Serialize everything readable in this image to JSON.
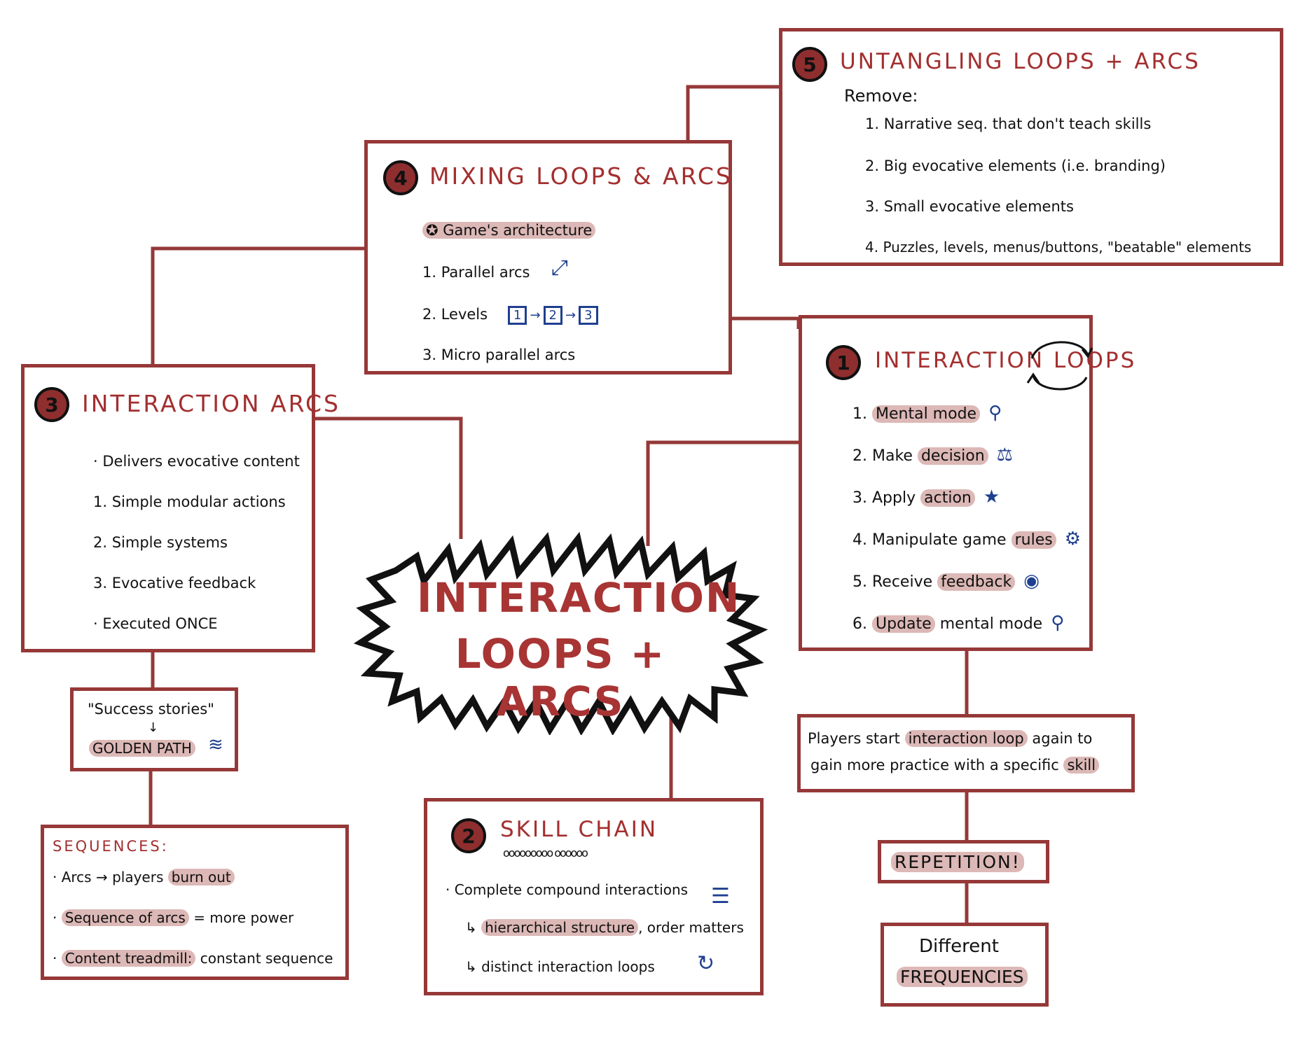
{
  "center": {
    "line1": "INTERACTION",
    "line2": "LOOPS + ARCS"
  },
  "box5": {
    "number": "5",
    "title": "UNTANGLING LOOPS + ARCS",
    "remove_label": "Remove:",
    "items": [
      "1. Narrative seq. that don't teach skills",
      "2. Big evocative elements (i.e. branding)",
      "3. Small evocative elements",
      "4. Puzzles, levels, menus/buttons, \"beatable\" elements"
    ]
  },
  "box4": {
    "number": "4",
    "title": "MIXING LOOPS & ARCS",
    "architecture": "Game's architecture",
    "items": [
      "1. Parallel arcs",
      "2. Levels",
      "3. Micro parallel arcs"
    ],
    "level_numbers": [
      "1",
      "2",
      "3"
    ]
  },
  "box3": {
    "number": "3",
    "title": "INTERACTION ARCS",
    "items": [
      "· Delivers evocative content",
      "1. Simple modular actions",
      "2. Simple systems",
      "3. Evocative feedback",
      "· Executed ONCE"
    ]
  },
  "box1": {
    "number": "1",
    "title": "INTERACTION LOOPS",
    "items": [
      {
        "prefix": "1.",
        "before": "",
        "highlight": "Mental mode",
        "after": "",
        "icon": "lightbulb-head-icon"
      },
      {
        "prefix": "2.",
        "before": "Make",
        "highlight": "decision",
        "after": "",
        "icon": "scales-icon"
      },
      {
        "prefix": "3.",
        "before": "Apply",
        "highlight": "action",
        "after": "",
        "icon": "star-icon"
      },
      {
        "prefix": "4.",
        "before": "Manipulate game",
        "highlight": "rules",
        "after": "",
        "icon": "gear-icon"
      },
      {
        "prefix": "5.",
        "before": "Receive",
        "highlight": "feedback",
        "after": "",
        "icon": "eye-icon"
      },
      {
        "prefix": "6.",
        "before": "",
        "highlight": "Update",
        "after": "mental mode",
        "icon": "update-head-icon"
      }
    ]
  },
  "golden": {
    "line1": "\"Success stories\"",
    "arrow": "↓",
    "line2": "GOLDEN PATH"
  },
  "sequences": {
    "title": "SEQUENCES:",
    "lines": [
      {
        "before": "· Arcs → players",
        "highlight": "burn out",
        "after": ""
      },
      {
        "before": "·",
        "highlight": "Sequence of arcs",
        "after": "= more power"
      },
      {
        "before": "·",
        "highlight": "Content treadmill:",
        "after": "constant sequence"
      }
    ]
  },
  "skill": {
    "number": "2",
    "title": "SKILL CHAIN",
    "intro": "· Complete compound interactions",
    "sub1_highlight": "hierarchical structure",
    "sub1_after": ", order matters",
    "sub2": "distinct interaction loops",
    "sub_arrow": "↳"
  },
  "players": {
    "line1_before": "Players start",
    "line1_highlight": "interaction loop",
    "line1_after": "again to",
    "line2_before": "gain more practice with a specific",
    "line2_highlight": "skill"
  },
  "repetition": {
    "text": "REPETITION!"
  },
  "frequencies": {
    "line1": "Different",
    "line2": "FREQUENCIES"
  },
  "colors": {
    "accent": "#963838",
    "badge": "#8f2e2e",
    "highlight": "#dcb8b6",
    "icons": "#1f3f8f"
  }
}
